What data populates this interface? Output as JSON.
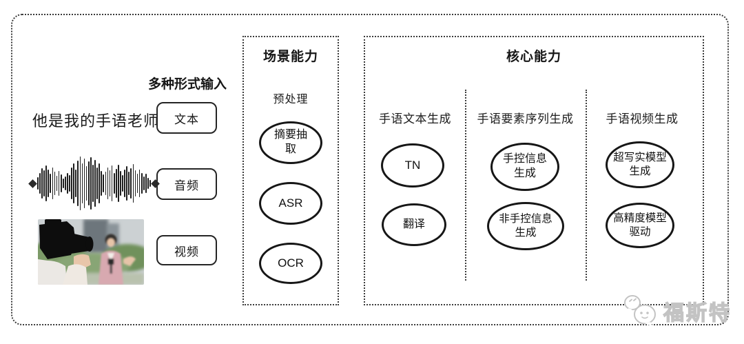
{
  "diagram": {
    "input": {
      "heading": "多种形式输入",
      "text_example": "他是我的手语老师",
      "text_label": "文本",
      "audio_label": "音频",
      "video_label": "视频"
    },
    "scene": {
      "title": "场景能力",
      "subtitle": "预处理",
      "nodes": [
        "摘要抽取",
        "ASR",
        "OCR"
      ]
    },
    "core": {
      "title": "核心能力",
      "columns": [
        {
          "header": "手语文本生成",
          "nodes": [
            "TN",
            "翻译"
          ]
        },
        {
          "header": "手语要素序列生成",
          "nodes": [
            "手控信息生成",
            "非手控信息生成"
          ]
        },
        {
          "header": "手语视频生成",
          "nodes": [
            "超写实模型生成",
            "高精度模型驱动"
          ]
        }
      ]
    }
  },
  "watermark": {
    "text": "福斯特"
  },
  "colors": {
    "stroke": "#161616",
    "dotted_border": "#3a3a3a",
    "watermark_gray": "#c3c3c3",
    "background": "#ffffff"
  },
  "waveform": {
    "bars": [
      18,
      30,
      44,
      38,
      52,
      40,
      28,
      46,
      34,
      22,
      36,
      26,
      14,
      20,
      30,
      24,
      46,
      58,
      40,
      66,
      78,
      58,
      72,
      50,
      64,
      76,
      54,
      68,
      46,
      58,
      36,
      26,
      34,
      46,
      38,
      52,
      30,
      42,
      54,
      36,
      24,
      40,
      50,
      34,
      44,
      56,
      38,
      28,
      40,
      30,
      20,
      28,
      16,
      10
    ]
  }
}
